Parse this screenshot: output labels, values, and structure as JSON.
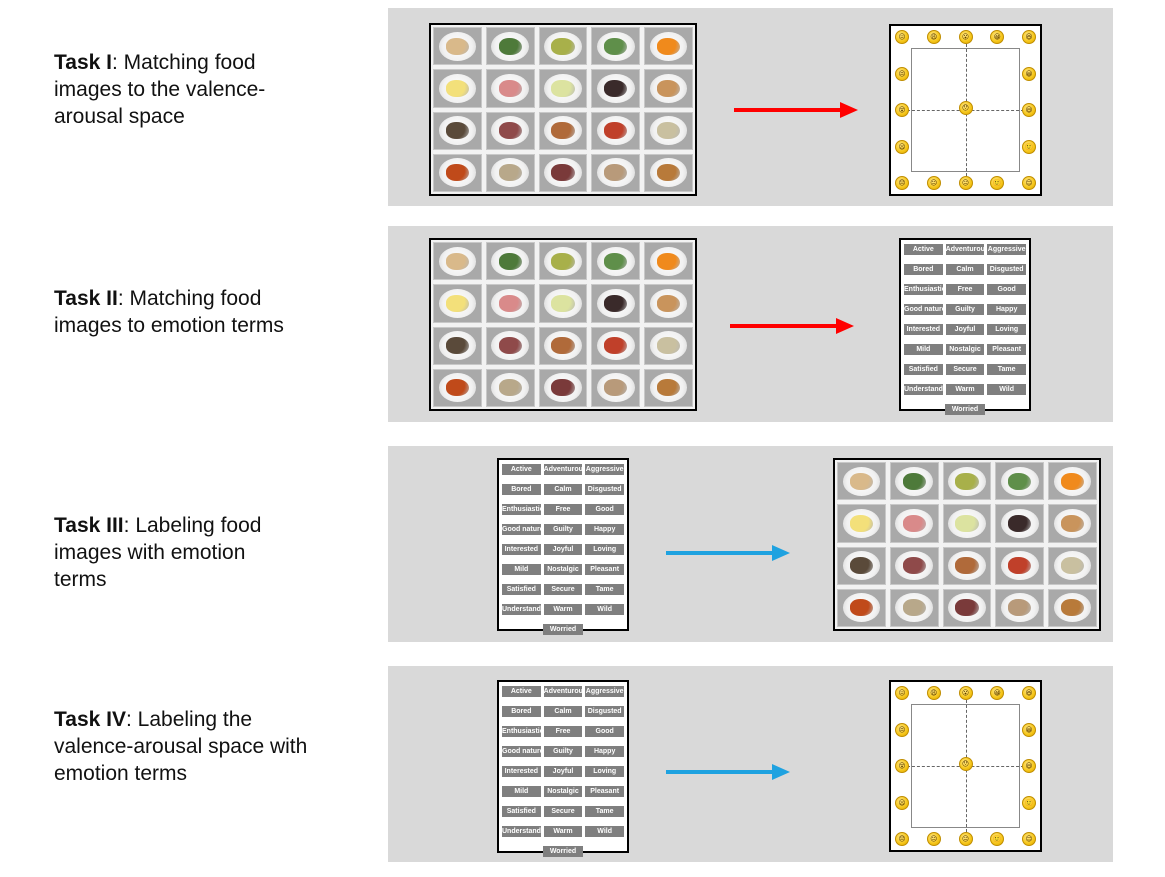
{
  "tasks": [
    {
      "name": "Task I",
      "desc_lines": [
        "Matching food",
        "images to the valence-",
        "arousal space"
      ],
      "from": "food-images",
      "to": "valence-arousal",
      "arrow_color": "#ff0000"
    },
    {
      "name": "Task II",
      "desc_lines": [
        "Matching food",
        "images to emotion terms"
      ],
      "from": "food-images",
      "to": "emotion-terms",
      "arrow_color": "#ff0000"
    },
    {
      "name": "Task III",
      "desc_lines": [
        "Labeling food",
        "images with emotion",
        "terms"
      ],
      "from": "emotion-terms",
      "to": "food-images",
      "arrow_color": "#1fa2e0"
    },
    {
      "name": "Task IV",
      "desc_lines": [
        "Labeling the",
        "valence-arousal space with",
        "emotion terms"
      ],
      "from": "emotion-terms",
      "to": "valence-arousal",
      "arrow_color": "#1fa2e0"
    }
  ],
  "emotion_terms": [
    "Active",
    "Adventurous",
    "Aggressive",
    "Bored",
    "Calm",
    "Disgusted",
    "Enthusiastic",
    "Free",
    "Good",
    "Good natured",
    "Guilty",
    "Happy",
    "Interested",
    "Joyful",
    "Loving",
    "Mild",
    "Nostalgic",
    "Pleasant",
    "Satisfied",
    "Secure",
    "Tame",
    "Understanding",
    "Warm",
    "Wild",
    "Worried"
  ],
  "food_images": [
    {
      "icon": "fried-potatoes-icon",
      "color": "#d9b98a"
    },
    {
      "icon": "green-salad-icon",
      "color": "#4e7a3a"
    },
    {
      "icon": "pasta-salad-icon",
      "color": "#a8b04a"
    },
    {
      "icon": "cucumber-slices-icon",
      "color": "#5f8f4a"
    },
    {
      "icon": "carrot-sticks-icon",
      "color": "#f08a1c"
    },
    {
      "icon": "pineapple-rings-icon",
      "color": "#f3e07a"
    },
    {
      "icon": "ham-slices-icon",
      "color": "#d98a8a"
    },
    {
      "icon": "melon-slices-icon",
      "color": "#dce3a0"
    },
    {
      "icon": "dark-berries-icon",
      "color": "#3a2a2a"
    },
    {
      "icon": "eggs-potatoes-icon",
      "color": "#c9945c"
    },
    {
      "icon": "mushrooms-icon",
      "color": "#5a4a3a"
    },
    {
      "icon": "raw-meat-icon",
      "color": "#8f4a4a"
    },
    {
      "icon": "mixed-dish-icon",
      "color": "#b06a3a"
    },
    {
      "icon": "tomato-salad-icon",
      "color": "#c0402a"
    },
    {
      "icon": "fish-fillets-icon",
      "color": "#c9c0a0"
    },
    {
      "icon": "stir-fry-icon",
      "color": "#c04a1a"
    },
    {
      "icon": "rice-salad-icon",
      "color": "#b8a88a"
    },
    {
      "icon": "bean-salad-icon",
      "color": "#7a3a3a"
    },
    {
      "icon": "roast-chicken-icon",
      "color": "#b89a7a"
    },
    {
      "icon": "burger-icon",
      "color": "#b87a3a"
    }
  ],
  "emoji_faces": [
    "😖",
    "😩",
    "😮",
    "😀",
    "😆",
    "😣",
    "😀",
    "😵",
    "😯",
    "😃",
    "😦",
    "🙂",
    "😞",
    "😐",
    "😑",
    "🙂",
    "😌"
  ]
}
